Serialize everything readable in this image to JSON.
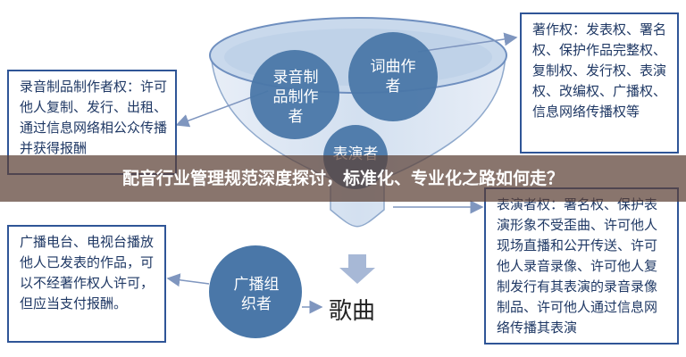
{
  "diagram": {
    "boxes": {
      "phonogram_producer": "录音制品制作者权：许可他人复制、发行、出租、通过信息网络相公众传播并获得报酬",
      "author": "著作权：发表权、署名权、保护作品完整权、复制权、发行权、表演权、改编权、广播权、信息网络传播权等",
      "broadcaster": "广播电台、电视台播放他人已发表的作品，可以不经著作权人许可，但应当支付报酬。",
      "performer": "表演者权：署名权、保护表演形象不受歪曲、许可他人现场直播和公开传送、许可他人录音录像、许可他人复制发行有其表演的录音录像制品、许可他人通过信息网络传播其表演"
    },
    "circles": {
      "phonogram": "录音制品制作者",
      "lyricist": "词曲作者",
      "performer_partial": "表演者",
      "broadcast": "广播组织者"
    },
    "result_label": "歌曲",
    "colors": {
      "circle_fill": "#4a77a8",
      "box_border": "#2f5597",
      "funnel_fill": "#dbe6f3",
      "arrow": "#7f96bf"
    }
  },
  "banner": {
    "title": "配音行业管理规范深度探讨，标准化、专业化之路如何走？"
  }
}
